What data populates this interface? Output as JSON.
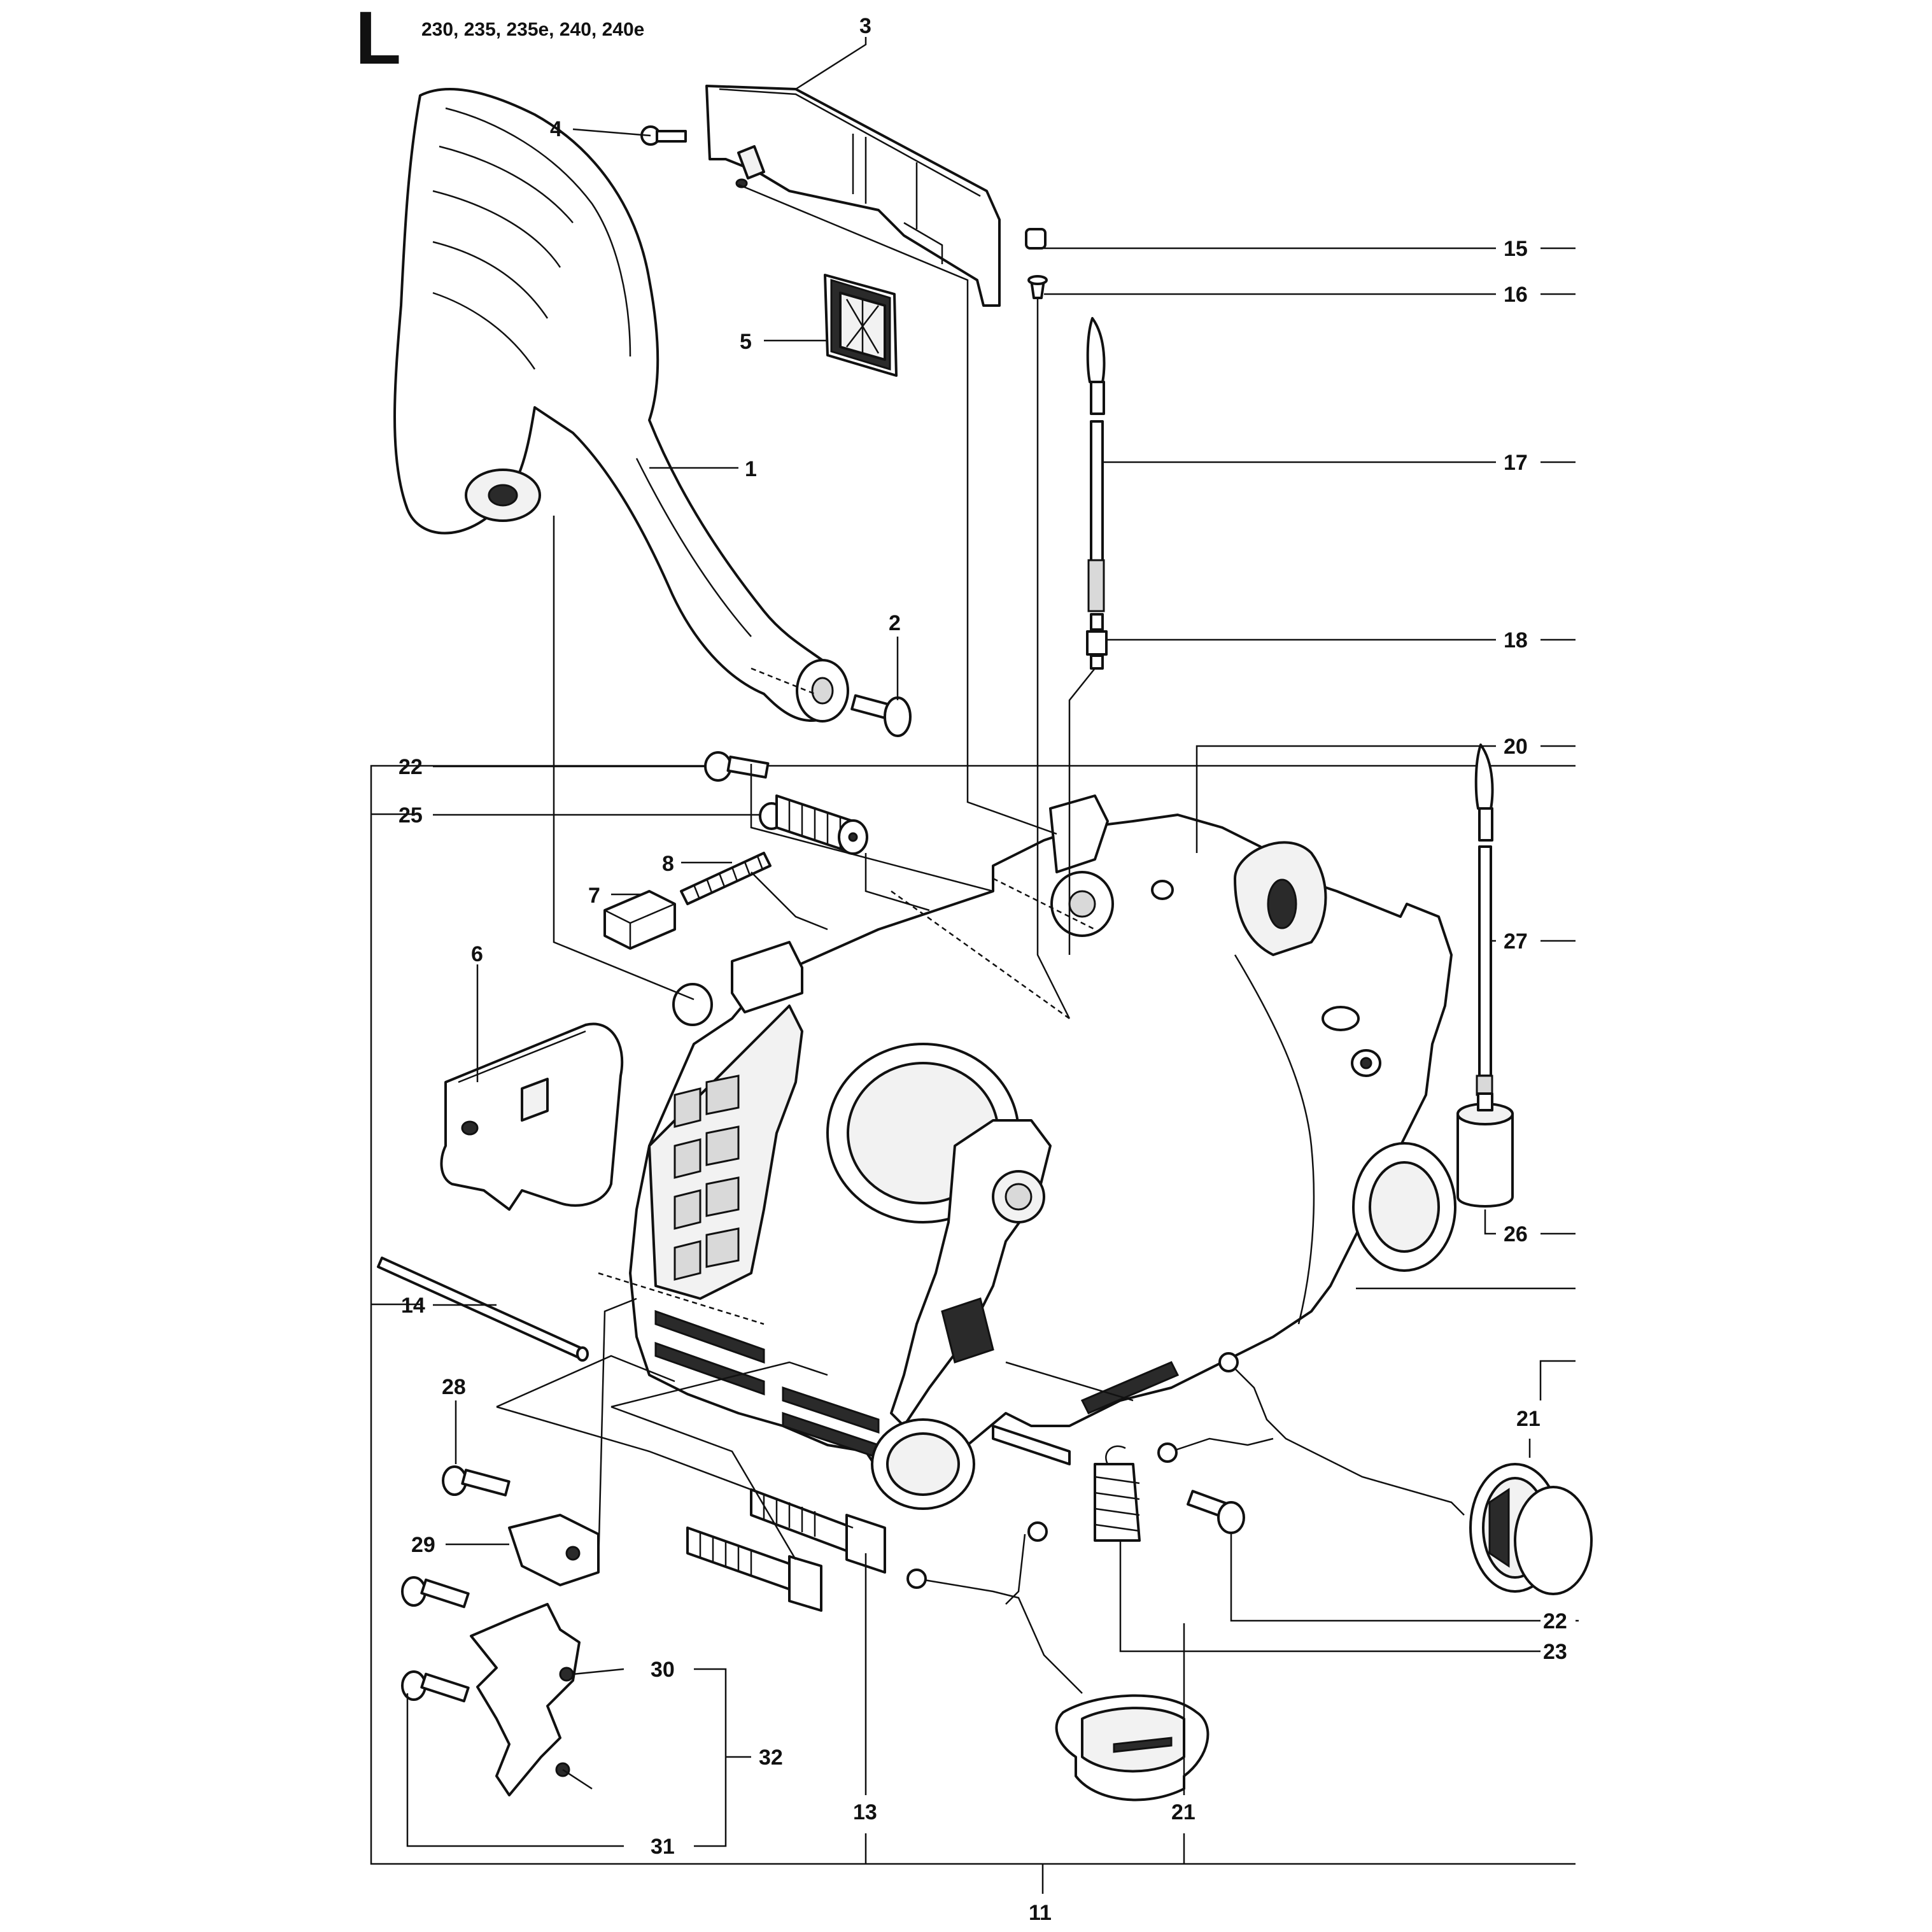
{
  "header": {
    "section_letter": "L",
    "models": "230, 235, 235e, 240, 240e"
  },
  "callouts": {
    "c1": "1",
    "c2": "2",
    "c3": "3",
    "c4": "4",
    "c5": "5",
    "c6": "6",
    "c7": "7",
    "c8": "8",
    "c11": "11",
    "c13": "13",
    "c14": "14",
    "c15": "15",
    "c16": "16",
    "c17": "17",
    "c18": "18",
    "c20": "20",
    "c21a": "21",
    "c21b": "21",
    "c22a": "22",
    "c22b": "22",
    "c23": "23",
    "c25": "25",
    "c26": "26",
    "c27": "27",
    "c28": "28",
    "c29": "29",
    "c30": "30",
    "c31": "31",
    "c32": "32"
  }
}
